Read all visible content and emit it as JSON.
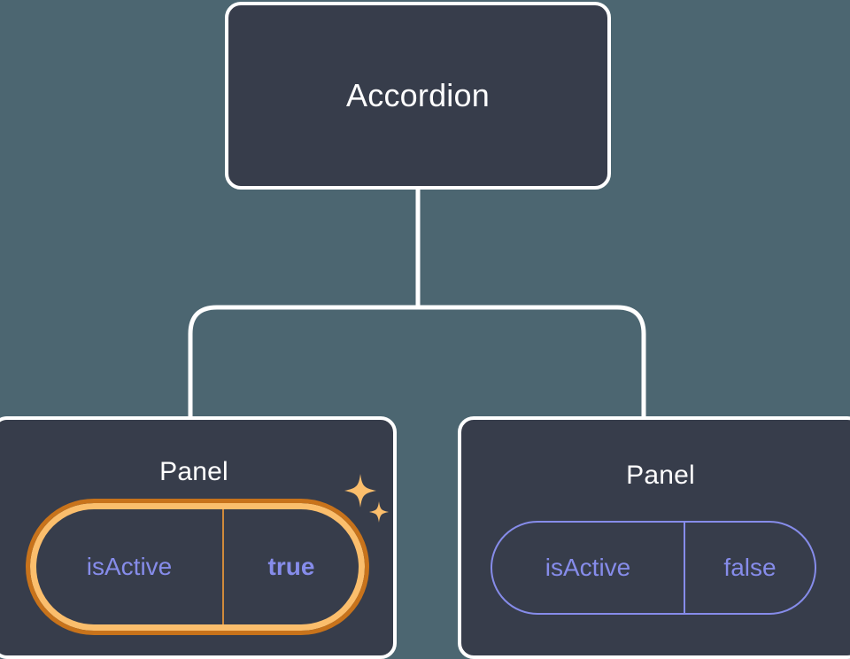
{
  "diagram": {
    "type": "component-tree",
    "background_color": "#4c6671",
    "node_fill_color": "#373d4b",
    "node_border_color": "#ffffff",
    "edge_color": "#ffffff",
    "prop_text_color": "#868cea",
    "highlight_color": "#fbbe6c",
    "highlight_outline_color": "#c8731b",
    "sparkle_color": "#fbbe6c",
    "root": {
      "id": "accordion",
      "label": "Accordion"
    },
    "children": [
      {
        "id": "panel-left",
        "label": "Panel",
        "highlighted": true,
        "prop": {
          "key": "isActive",
          "value": "true"
        }
      },
      {
        "id": "panel-right",
        "label": "Panel",
        "highlighted": false,
        "prop": {
          "key": "isActive",
          "value": "false"
        }
      }
    ],
    "icons": {
      "sparkle_large": "sparkle-icon",
      "sparkle_small": "sparkle-icon"
    }
  }
}
